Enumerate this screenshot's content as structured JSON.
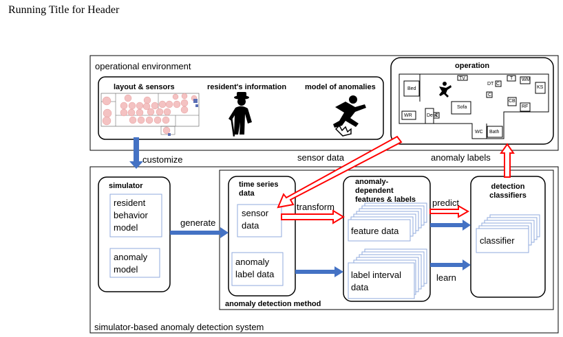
{
  "header": "Running Title for Header",
  "environment": {
    "title": "operational environment",
    "layout_title": "layout & sensors",
    "resident_title": "resident's information",
    "anomalies_title": "model of anomalies",
    "operation_title": "operation",
    "operation_rooms": {
      "bed": "Bed",
      "tv": "TV",
      "dt": "DT",
      "c1": "C",
      "c2": "C",
      "t": "T",
      "wm": "WM",
      "ks": "KS",
      "sofa": "Sofa",
      "cb": "CB",
      "rf": "RF",
      "wr": "WR",
      "desk": "Desk",
      "c3": "C",
      "wc": "WC",
      "bath": "Bath"
    }
  },
  "flows": {
    "customize": "customize",
    "sensor_data": "sensor data",
    "anomaly_labels": "anomaly labels",
    "generate": "generate",
    "transform": "transform",
    "predict": "predict",
    "learn": "learn"
  },
  "system": {
    "title": "simulator-based anomaly detection system",
    "simulator": {
      "title": "simulator",
      "resident_model": "resident behavior model",
      "anomaly_model": "anomaly model"
    },
    "method": {
      "title": "anomaly detection method",
      "time_series_title": "time series data",
      "sensor_data": "sensor data",
      "label_data": "anomaly label data",
      "features_title": "anomaly-dependent features & labels",
      "feature_data": "feature data",
      "label_interval": "label interval data"
    },
    "detection": {
      "title": "detection classifiers",
      "classifier": "classifier"
    }
  },
  "colors": {
    "blue_arrow": "#4472c4",
    "red_arrow": "#ff0000",
    "box_border": "#8faadc",
    "sensor_circle": "#f4c2c2"
  }
}
